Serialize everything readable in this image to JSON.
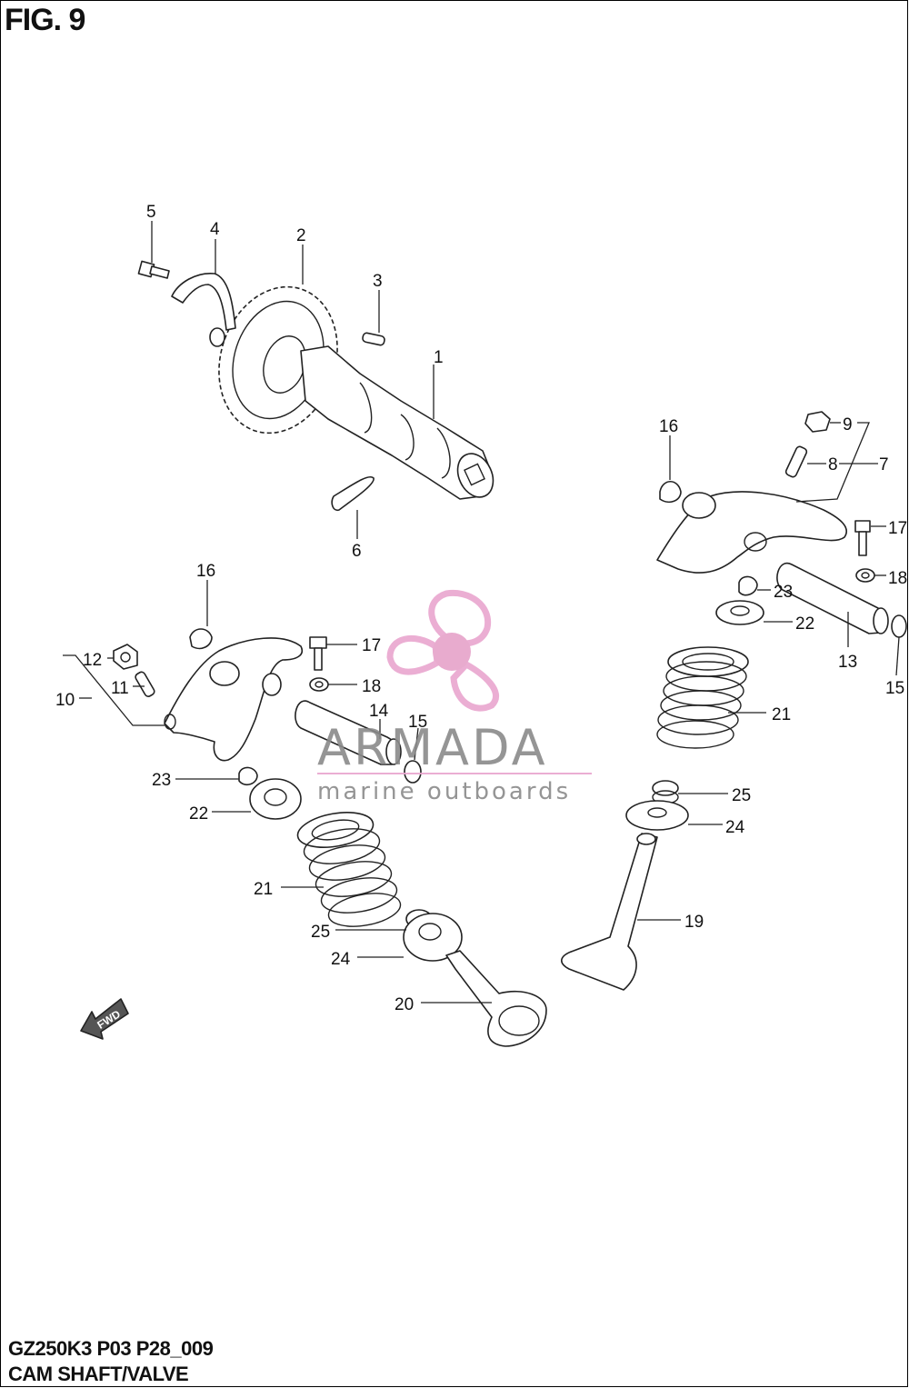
{
  "figure": {
    "title": "FIG. 9",
    "code": "GZ250K3 P03 P28_009",
    "name": "CAM SHAFT/VALVE"
  },
  "watermark": {
    "brand": "ARMADA",
    "tagline": "marine outboards",
    "logo_color": "#e9a6cf",
    "hub_color": "#e6a2c9"
  },
  "direction_arrow": {
    "label": "FWD"
  },
  "callouts": {
    "c1": "1",
    "c2": "2",
    "c3": "3",
    "c4": "4",
    "c5": "5",
    "c6": "6",
    "c7": "7",
    "c8": "8",
    "c9": "9",
    "c10": "10",
    "c11": "11",
    "c12": "12",
    "c13": "13",
    "c14": "14",
    "c15a": "15",
    "c15b": "15",
    "c16a": "16",
    "c16b": "16",
    "c17a": "17",
    "c17b": "17",
    "c18a": "18",
    "c18b": "18",
    "c19": "19",
    "c20": "20",
    "c21a": "21",
    "c21b": "21",
    "c22a": "22",
    "c22b": "22",
    "c23a": "23",
    "c23b": "23",
    "c24a": "24",
    "c24b": "24",
    "c25a": "25",
    "c25b": "25"
  }
}
